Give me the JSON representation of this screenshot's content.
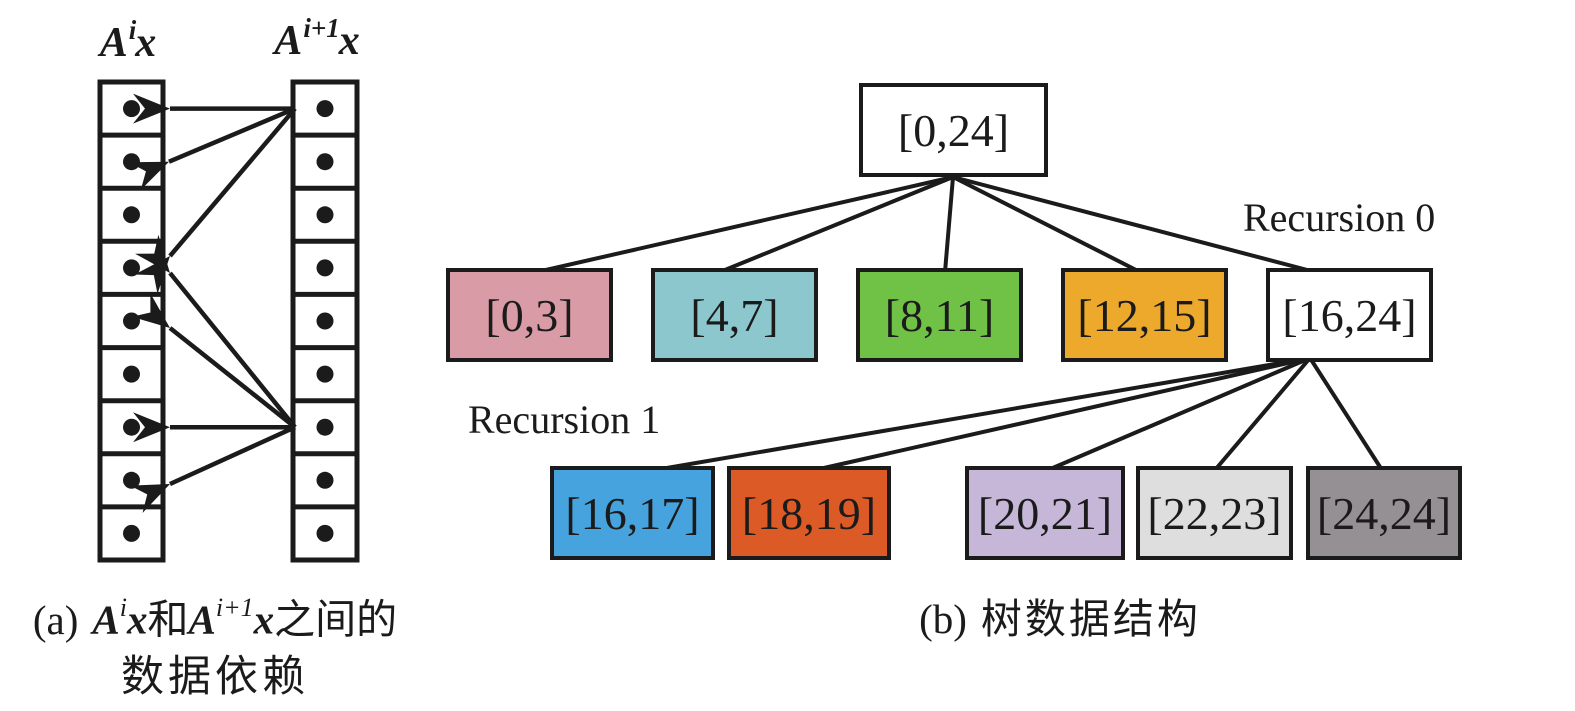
{
  "panel_a": {
    "left_header": {
      "A": "A",
      "sup": "i",
      "x": "x"
    },
    "right_header": {
      "A": "A",
      "sup": "i+1",
      "x": "x"
    },
    "cells_per_column": 9,
    "dependencies": [
      {
        "from_right_cell": 1,
        "to_left_cell": 1
      },
      {
        "from_right_cell": 1,
        "to_left_cell": 2
      },
      {
        "from_right_cell": 1,
        "to_left_cell": 4
      },
      {
        "from_right_cell": 7,
        "to_left_cell": 4
      },
      {
        "from_right_cell": 7,
        "to_left_cell": 5
      },
      {
        "from_right_cell": 7,
        "to_left_cell": 7
      },
      {
        "from_right_cell": 7,
        "to_left_cell": 8
      }
    ],
    "caption": {
      "prefix": "(a)",
      "f1_A": "A",
      "f1_sup": "i",
      "f1_x": "x",
      "conj": "和",
      "f2_A": "A",
      "f2_sup": "i+1",
      "f2_x": "x",
      "tail": "之间的",
      "line2": "数据依赖"
    }
  },
  "panel_b": {
    "recursion0_label": "Recursion 0",
    "recursion1_label": "Recursion 1",
    "root": {
      "label": "[0,24]",
      "fill": "#ffffff"
    },
    "level1": [
      {
        "label": "[0,3]",
        "fill": "#d99ca6"
      },
      {
        "label": "[4,7]",
        "fill": "#8bc7cd"
      },
      {
        "label": "[8,11]",
        "fill": "#70c246"
      },
      {
        "label": "[12,15]",
        "fill": "#eda92b"
      },
      {
        "label": "[16,24]",
        "fill": "#ffffff"
      }
    ],
    "level2": [
      {
        "label": "[16,17]",
        "fill": "#47a3dd"
      },
      {
        "label": "[18,19]",
        "fill": "#dc5a25"
      },
      {
        "label": "[20,21]",
        "fill": "#c6b6d7"
      },
      {
        "label": "[22,23]",
        "fill": "#dedede"
      },
      {
        "label": "[24,24]",
        "fill": "#949093"
      }
    ],
    "edges_recursion0": [
      "[0,24]->[0,3]",
      "[0,24]->[4,7]",
      "[0,24]->[8,11]",
      "[0,24]->[12,15]",
      "[0,24]->[16,24]"
    ],
    "edges_recursion1": [
      "[16,24]->[16,17]",
      "[16,24]->[18,19]",
      "[16,24]->[20,21]",
      "[16,24]->[22,23]",
      "[16,24]->[24,24]"
    ],
    "caption": {
      "prefix": "(b)",
      "text": "树数据结构"
    }
  },
  "colors": {
    "stroke": "#1b1b1b",
    "background": "#ffffff"
  }
}
